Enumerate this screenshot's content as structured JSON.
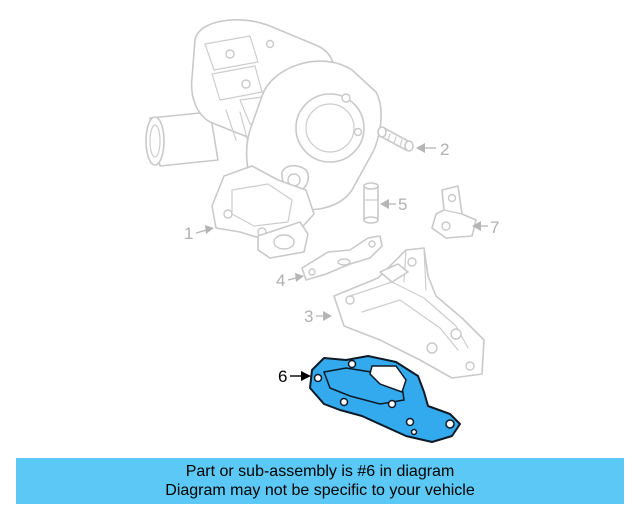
{
  "diagram": {
    "callouts": [
      {
        "number": "1",
        "highlighted": false
      },
      {
        "number": "2",
        "highlighted": false
      },
      {
        "number": "3",
        "highlighted": false
      },
      {
        "number": "4",
        "highlighted": false
      },
      {
        "number": "5",
        "highlighted": false
      },
      {
        "number": "6",
        "highlighted": true
      },
      {
        "number": "7",
        "highlighted": false
      }
    ],
    "highlight_color": "#33aaee",
    "ghost_line_color": "#c9c9c9"
  },
  "banner": {
    "line1": "Part or sub-assembly is #6 in diagram",
    "line2": "Diagram may not be specific to your vehicle",
    "background_color": "#5bc8f5"
  }
}
